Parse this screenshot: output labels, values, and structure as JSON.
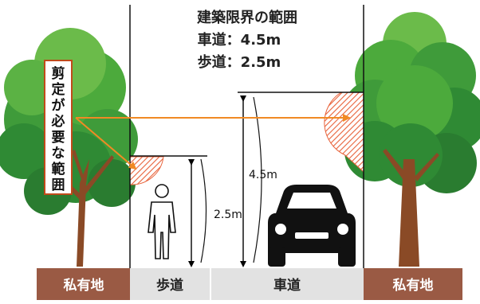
{
  "header": {
    "title": "建築限界の範囲",
    "line_road": "車道：4.5m",
    "line_sidewalk": "歩道：2.5m"
  },
  "callout": {
    "text_chars": [
      "剪",
      "定",
      "が",
      "必",
      "要",
      "な",
      "範",
      "囲"
    ]
  },
  "dimensions": {
    "sidewalk_height": "2.5m",
    "road_height": "4.5m"
  },
  "ground": {
    "left": "私有地",
    "sidewalk": "歩道",
    "road": "車道",
    "right": "私有地"
  },
  "colors": {
    "orange": "#f08a24",
    "hatch": "#e8623a",
    "brown": "#a0522d",
    "ground": "#9a5a44",
    "road_label_bg": "#e6e6e6",
    "tree_light": "#7cc850",
    "tree_dark": "#2e8b3e"
  },
  "icons": [
    "person-icon",
    "car-icon",
    "tree-left-icon",
    "tree-right-icon",
    "arrow-icon"
  ]
}
